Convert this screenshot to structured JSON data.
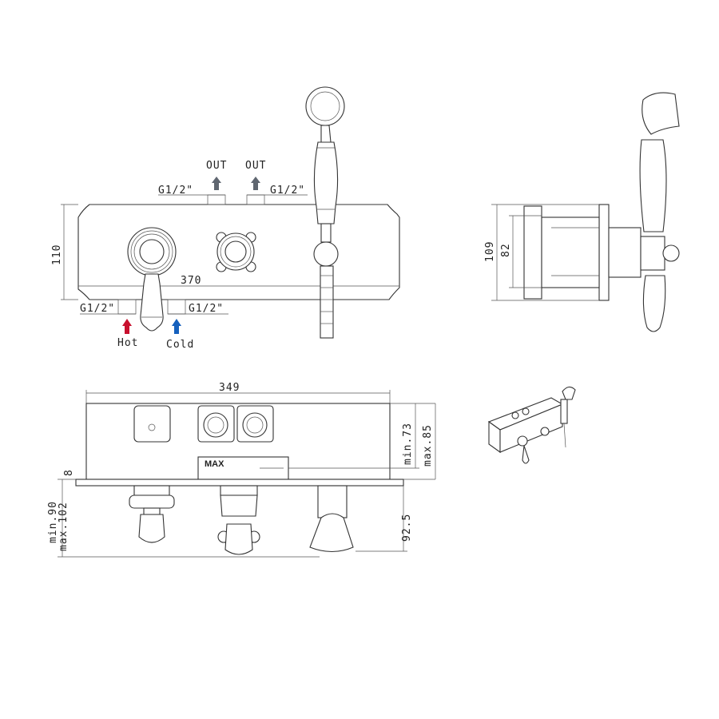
{
  "front_view": {
    "out_left": "OUT",
    "out_right": "OUT",
    "thread_top_left": "G1/2\"",
    "thread_top_right": "G1/2\"",
    "thread_bottom_left": "G1/2\"",
    "thread_bottom_right": "G1/2\"",
    "width_dim": "370",
    "height_dim": "110",
    "hot_label": "Hot",
    "cold_label": "Cold"
  },
  "side_view": {
    "height_dim": "109",
    "inner_dim": "82"
  },
  "top_view": {
    "width_dim": "349",
    "depth_min": "min.73",
    "depth_max": "max.85",
    "plate_dim": "8",
    "projection_min": "min.90",
    "projection_max": "max.102",
    "shower_projection": "92.5",
    "max_label": "MAX"
  },
  "colors": {
    "hot": "#c8102e",
    "cold": "#1560bd",
    "out": "#5f6670"
  }
}
